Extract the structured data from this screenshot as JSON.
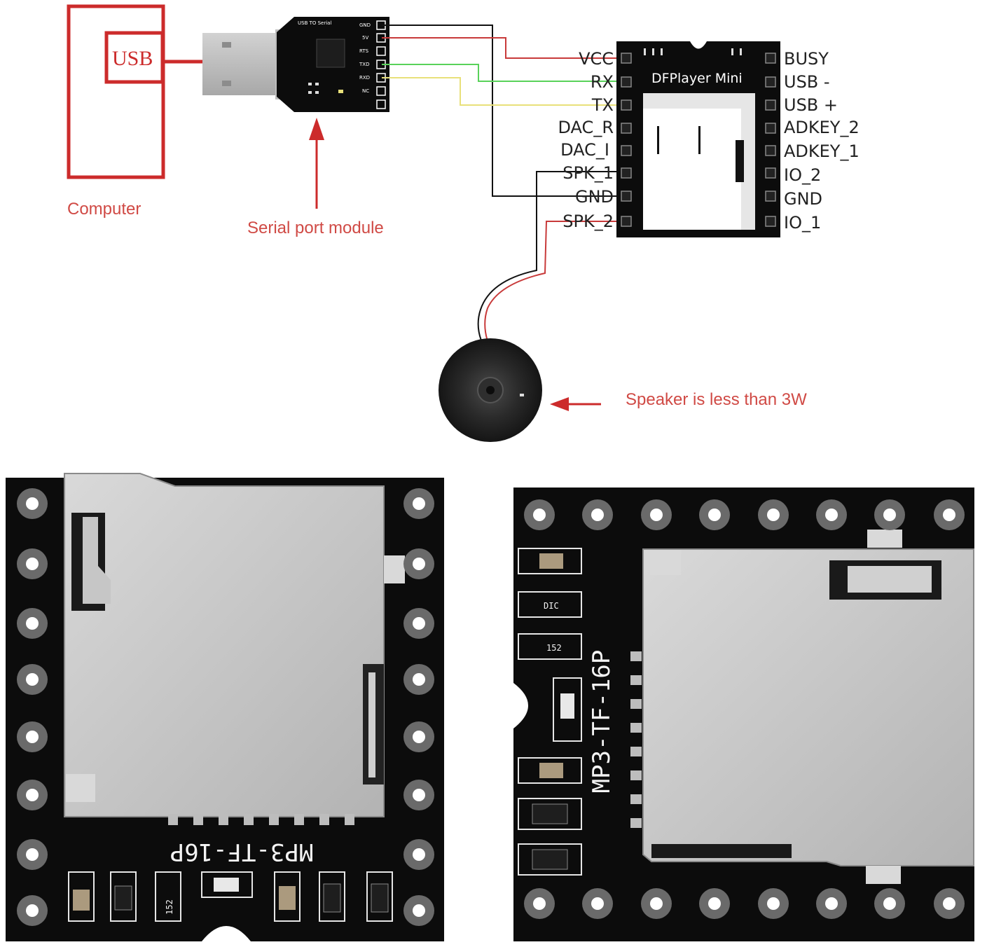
{
  "computer": {
    "usb_label": "USB",
    "caption": "Computer"
  },
  "serial_module": {
    "title": "USB TO Serial",
    "caption": "Serial port module",
    "pins": [
      "GND",
      "5V",
      "RTS",
      "TXD",
      "RXD",
      "NC",
      ""
    ]
  },
  "dfplayer": {
    "title": "DFPlayer Mini",
    "left_pins": [
      "VCC",
      "RX",
      "TX",
      "DAC_R",
      "DAC_I",
      "SPK_1",
      "GND",
      "SPK_2"
    ],
    "right_pins": [
      "BUSY",
      "USB -",
      "USB +",
      "ADKEY_2",
      "ADKEY_1",
      "IO_2",
      "GND",
      "IO_1"
    ]
  },
  "speaker": {
    "caption": "Speaker is less than 3W"
  },
  "board_front": {
    "silkscreen": "MP3-TF-16P",
    "resistor_code": "152"
  },
  "board_back": {
    "silkscreen": "MP3-TF-16P",
    "resistor_code": "152",
    "part_code": "DIC"
  },
  "colors": {
    "label_red": "#d04a45",
    "frame_red": "#cc2b2b",
    "wire_red": "#c83a3a",
    "wire_green": "#59d25a",
    "wire_yellow": "#e8e07a",
    "pcb_black": "#0c0c0c",
    "tf_slot_grey": "#c6c6c6"
  }
}
